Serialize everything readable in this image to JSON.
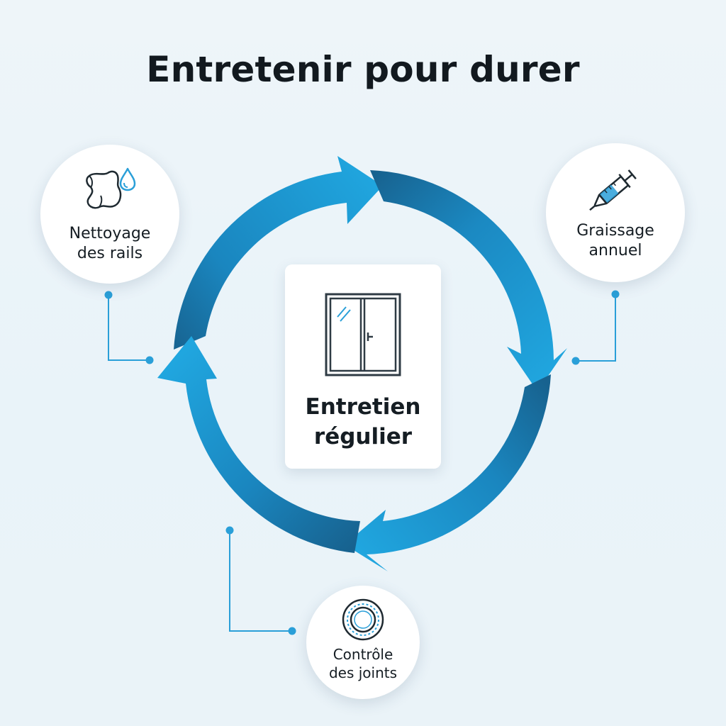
{
  "title": "Entretenir pour durer",
  "center": {
    "line1": "Entretien",
    "line2": "régulier",
    "icon": "sliding-window-icon"
  },
  "nodes": [
    {
      "id": "clean",
      "line1": "Nettoyage",
      "line2": "des rails",
      "icon": "cloth-water-drop-icon"
    },
    {
      "id": "grease",
      "line1": "Graissage",
      "line2": "annuel",
      "icon": "grease-syringe-icon"
    },
    {
      "id": "seal",
      "line1": "Contrôle",
      "line2": "des joints",
      "icon": "seal-ring-icon"
    }
  ],
  "colors": {
    "background": "#eef5f9",
    "arrow_light": "#1ea4dd",
    "arrow_dark": "#17628f",
    "connector": "#2a9fd8",
    "text": "#141c22"
  }
}
